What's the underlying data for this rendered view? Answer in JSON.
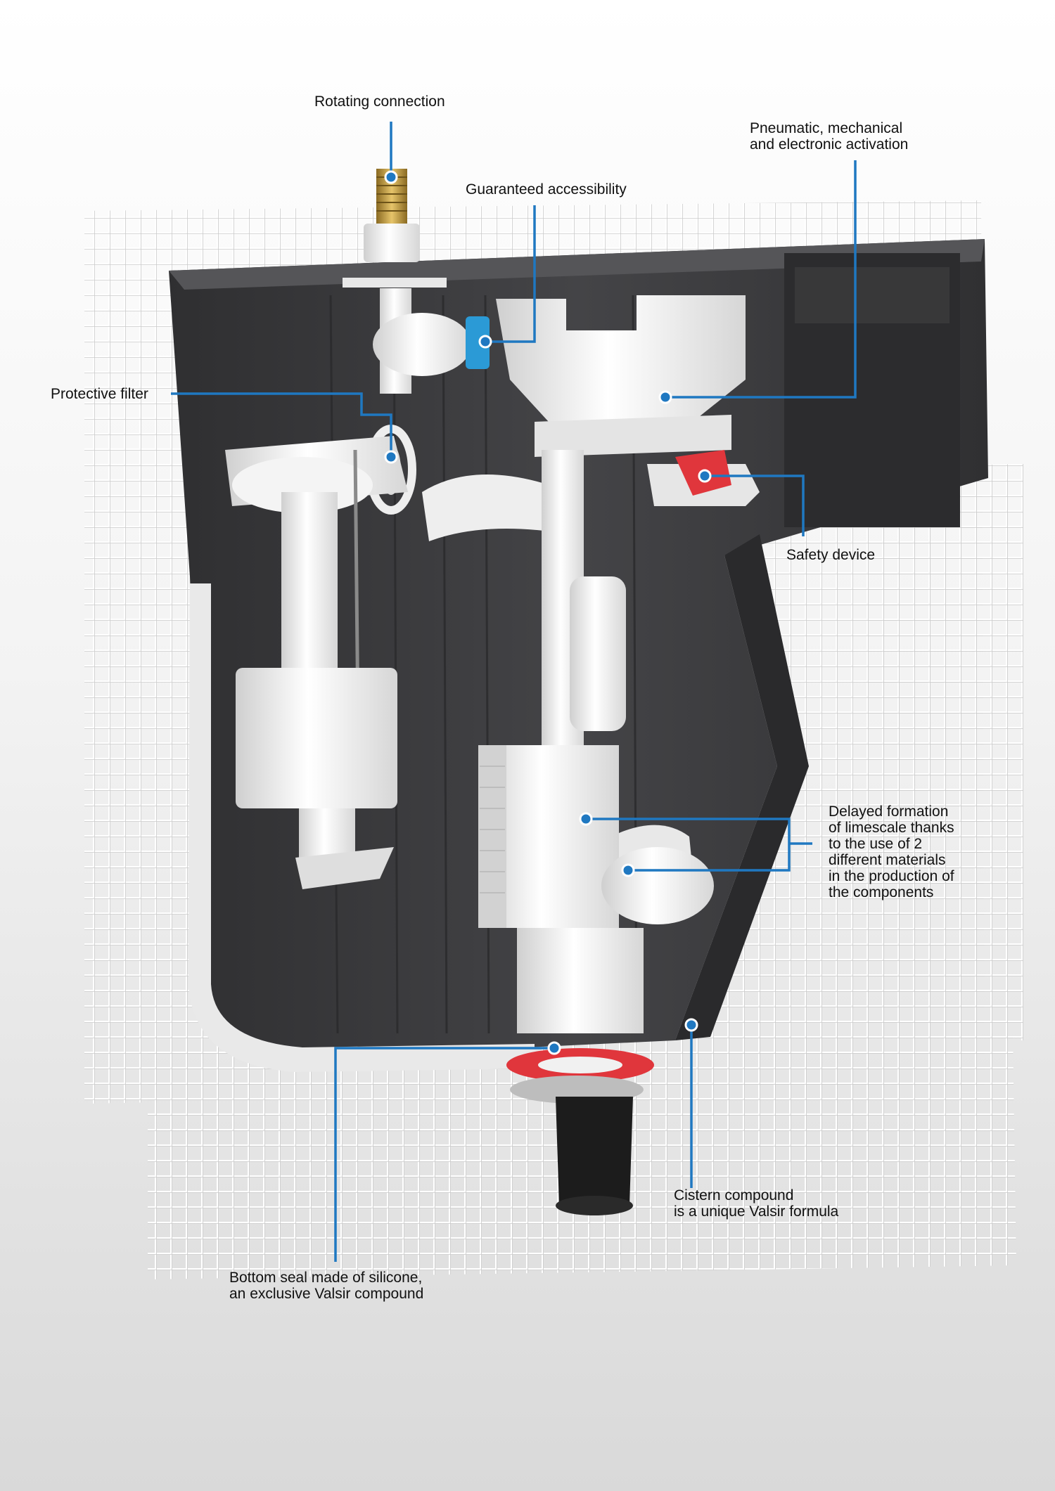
{
  "colors": {
    "leader_line": "#1f78c1",
    "cistern_body": "#3b3b3d",
    "mesh": "#ffffff",
    "plastic": "#f2f2f2",
    "seal_red": "#e0363c",
    "filter_blue": "#2b9ad6",
    "brass": "#c9a24a"
  },
  "callouts": {
    "rotating_connection": {
      "lines": [
        "Rotating connection"
      ]
    },
    "guaranteed_accessibility": {
      "lines": [
        "Guaranteed accessibility"
      ]
    },
    "pneumatic_activation": {
      "lines": [
        "Pneumatic, mechanical",
        "and electronic activation"
      ]
    },
    "protective_filter": {
      "lines": [
        "Protective filter"
      ]
    },
    "safety_device": {
      "lines": [
        "Safety device"
      ]
    },
    "delayed_limescale": {
      "lines": [
        "Delayed formation",
        "of limescale thanks",
        "to the use of 2",
        "different materials",
        "in the production of",
        "the components"
      ]
    },
    "cistern_compound": {
      "lines": [
        "Cistern compound",
        "is a unique Valsir formula"
      ]
    },
    "bottom_seal": {
      "lines": [
        "Bottom seal made of silicone,",
        "an exclusive Valsir compound"
      ]
    }
  }
}
